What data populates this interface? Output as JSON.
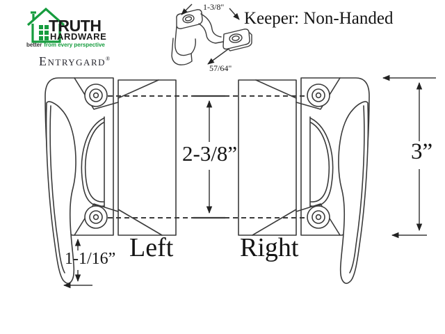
{
  "brand": {
    "name_line1": "TRUTH",
    "name_line2": "HARDWARE",
    "tagline_word": "better",
    "tagline_rest": "from every perspective",
    "product_line": "Entrygard",
    "registered_mark": "®",
    "green": "#169c3e"
  },
  "keeper": {
    "label": "Keeper: Non-Handed",
    "width_dim": "1-3/8\"",
    "depth_dim": "57/64\""
  },
  "locks": {
    "left_label": "Left",
    "right_label": "Right",
    "hole_spacing_dim": "2-3/8”",
    "height_dim": "3”",
    "handle_offset_dim": "1-1/16”"
  },
  "colors": {
    "line": "#3a3a3a",
    "background": "#ffffff",
    "logo_green": "#169c3e"
  }
}
